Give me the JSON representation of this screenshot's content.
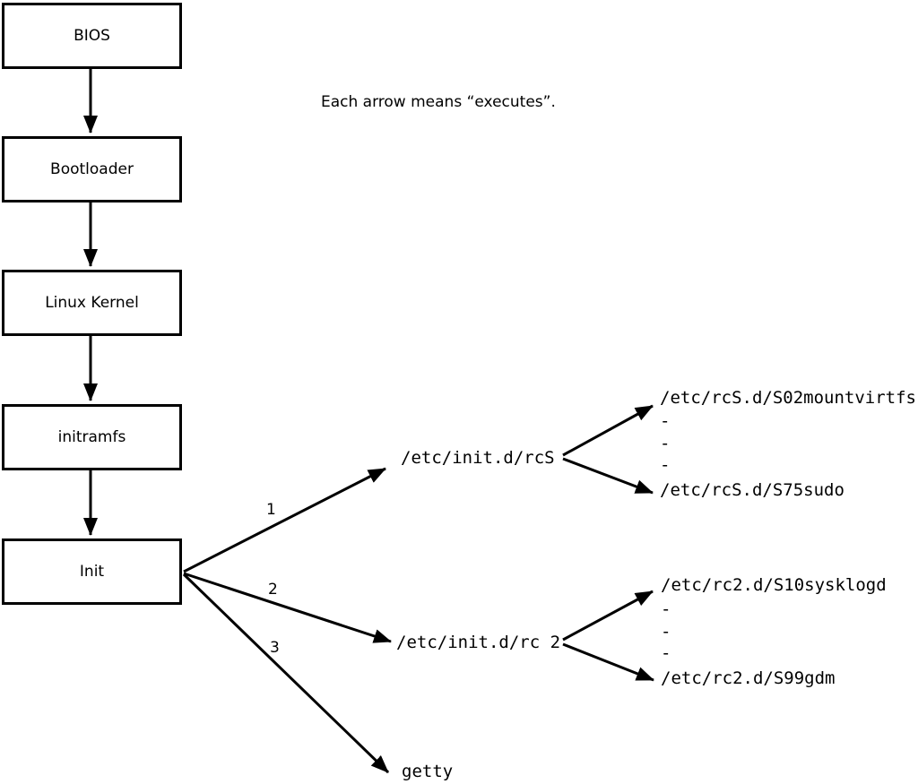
{
  "diagram": {
    "title_note": "Each arrow means “executes”.",
    "colors": {
      "line": "#000000",
      "background": "#ffffff",
      "text": "#000000"
    },
    "boot_chain": [
      {
        "label": "BIOS"
      },
      {
        "label": "Bootloader"
      },
      {
        "label": "Linux Kernel"
      },
      {
        "label": "initramfs"
      },
      {
        "label": "Init"
      }
    ],
    "edge_labels": [
      "1",
      "2",
      "3"
    ],
    "targets": {
      "rcs": {
        "label": "/etc/init.d/rcS",
        "children": [
          "/etc/rcS.d/S02mountvirtfs",
          "-",
          "-",
          "-",
          "/etc/rcS.d/S75sudo"
        ]
      },
      "rc2": {
        "label": "/etc/init.d/rc 2",
        "children": [
          "/etc/rc2.d/S10sysklogd",
          "-",
          "-",
          "-",
          "/etc/rc2.d/S99gdm"
        ]
      },
      "getty": {
        "label": "getty"
      }
    }
  }
}
